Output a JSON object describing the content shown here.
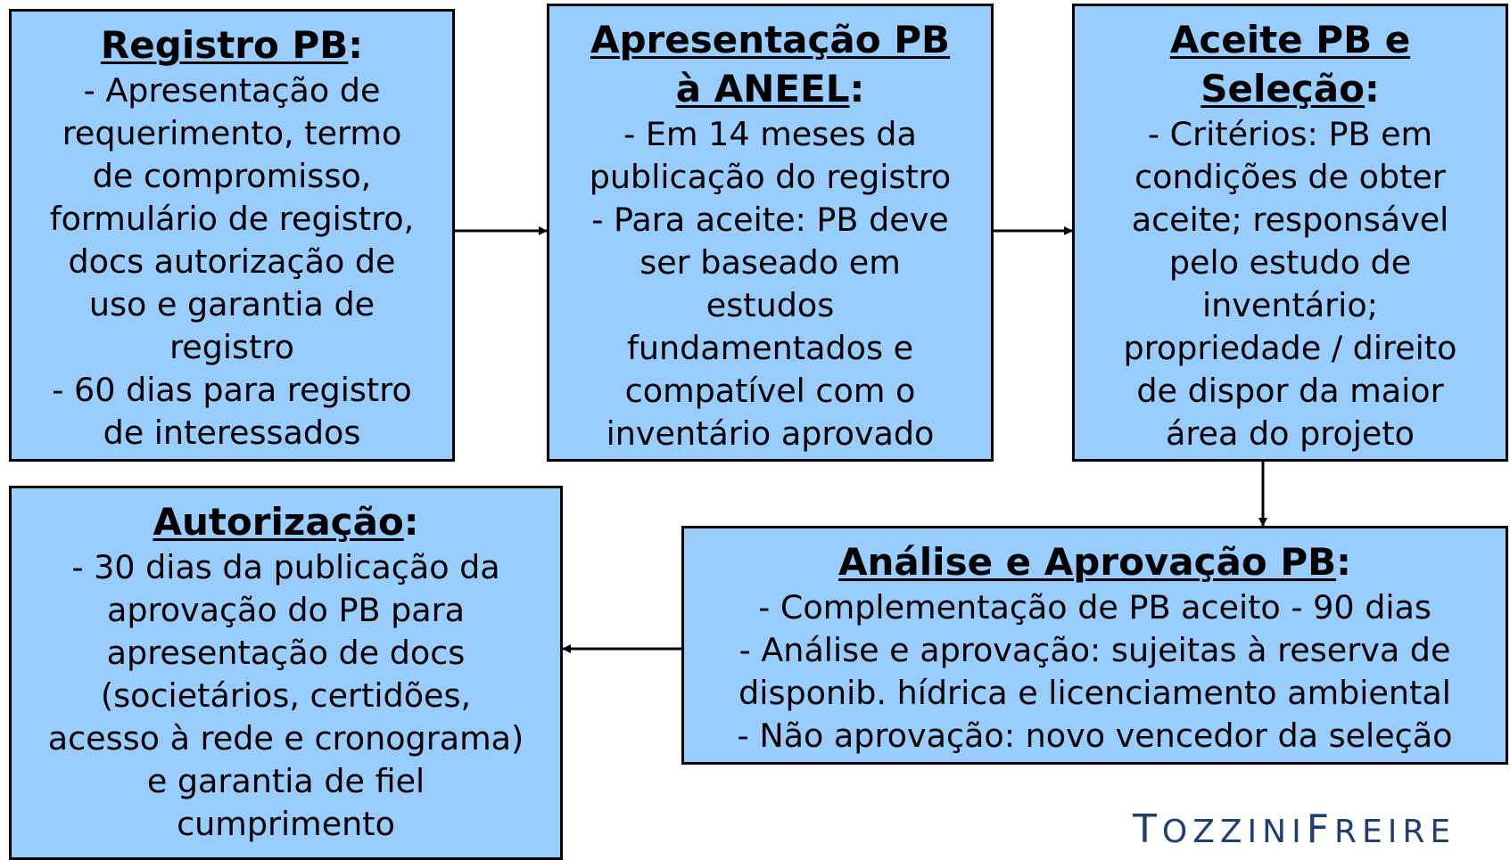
{
  "boxes": {
    "registro": {
      "title": "Registro PB",
      "lines": [
        "- Apresentação de",
        "requerimento, termo",
        "de compromisso,",
        "formulário de registro,",
        "docs autorização de",
        "uso e garantia de",
        "registro",
        "- 60 dias para registro",
        "de interessados"
      ]
    },
    "apresentacao": {
      "title_line1": "Apresentação PB",
      "title_line2": "à ANEEL",
      "lines": [
        "- Em 14 meses da",
        "publicação do registro",
        "- Para aceite: PB deve",
        "ser baseado em",
        "estudos",
        "fundamentados e",
        "compatível com o",
        "inventário aprovado"
      ]
    },
    "aceite": {
      "title_line1": "Aceite PB e",
      "title_line2": "Seleção",
      "lines": [
        "- Critérios: PB em",
        "condições de obter",
        "aceite; responsável",
        "pelo estudo de",
        "inventário;",
        "propriedade / direito",
        "de dispor da maior",
        "área do projeto"
      ]
    },
    "autorizacao": {
      "title": "Autorização",
      "lines": [
        "- 30 dias da publicação da",
        "aprovação do PB para",
        "apresentação de docs",
        "(societários, certidões,",
        "acesso à rede e cronograma)",
        "e garantia de fiel",
        "cumprimento"
      ]
    },
    "analise": {
      "title": "Análise e Aprovação PB",
      "lines": [
        "- Complementação de PB aceito - 90 dias",
        "- Análise e aprovação: sujeitas à reserva de",
        "disponib. hídrica e licenciamento ambiental",
        "- Não aprovação: novo vencedor da seleção"
      ]
    }
  },
  "colon": ":",
  "logo": {
    "part1_cap": "T",
    "part1_rest": "OZZINI",
    "part2_cap": "F",
    "part2_rest": "REIRE",
    "color": "#1f3f73"
  },
  "colors": {
    "box_fill": "#99ccff",
    "border": "#000000"
  }
}
